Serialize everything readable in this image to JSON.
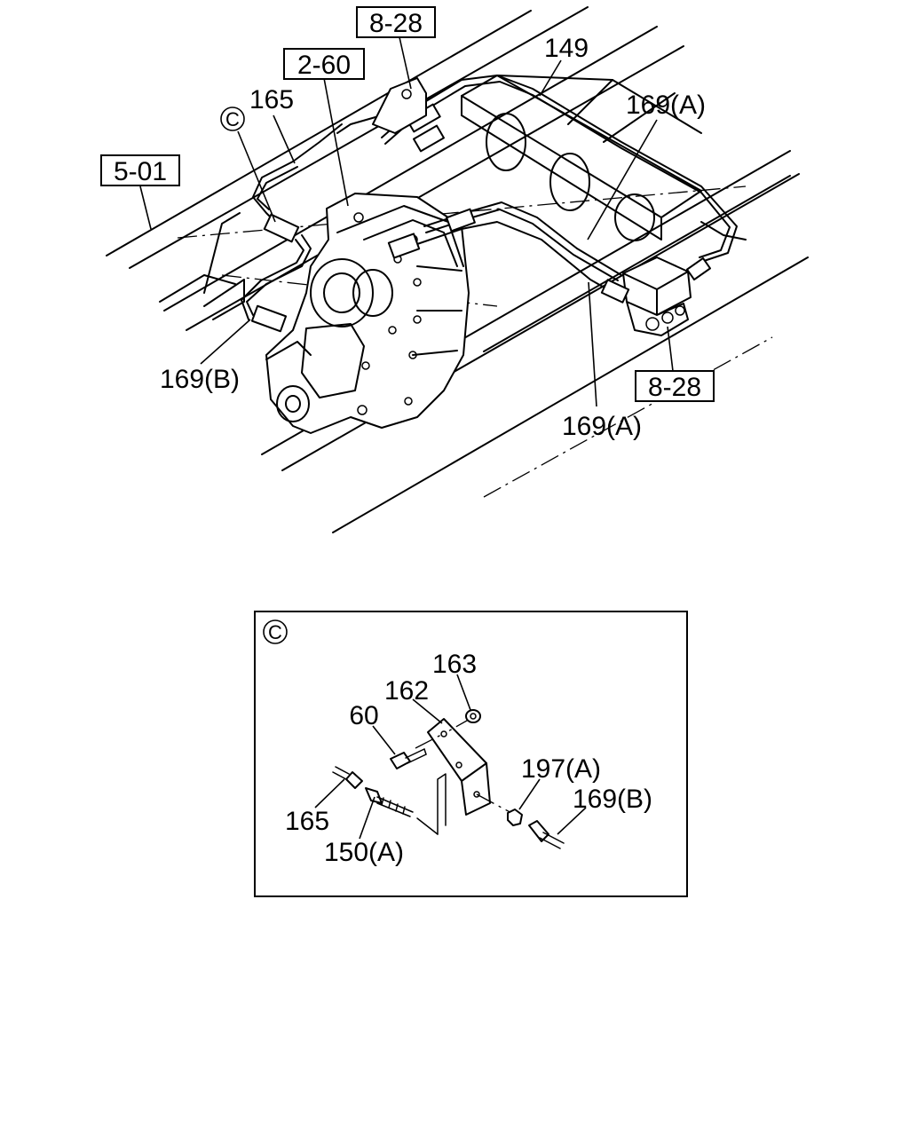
{
  "top_view": {
    "refs": {
      "ref_828_top": "8-28",
      "ref_260": "2-60",
      "ref_501": "5-01",
      "ref_828_right": "8-28"
    },
    "labels": {
      "part_149": "149",
      "part_165": "165",
      "part_169a_top": "169(A)",
      "part_169a_bottom": "169(A)",
      "part_169b": "169(B)",
      "view_marker": "C"
    }
  },
  "detail_c": {
    "view_marker": "C",
    "labels": {
      "part_163": "163",
      "part_162": "162",
      "part_60": "60",
      "part_197a": "197(A)",
      "part_169b": "169(B)",
      "part_165": "165",
      "part_150a": "150(A)"
    }
  }
}
